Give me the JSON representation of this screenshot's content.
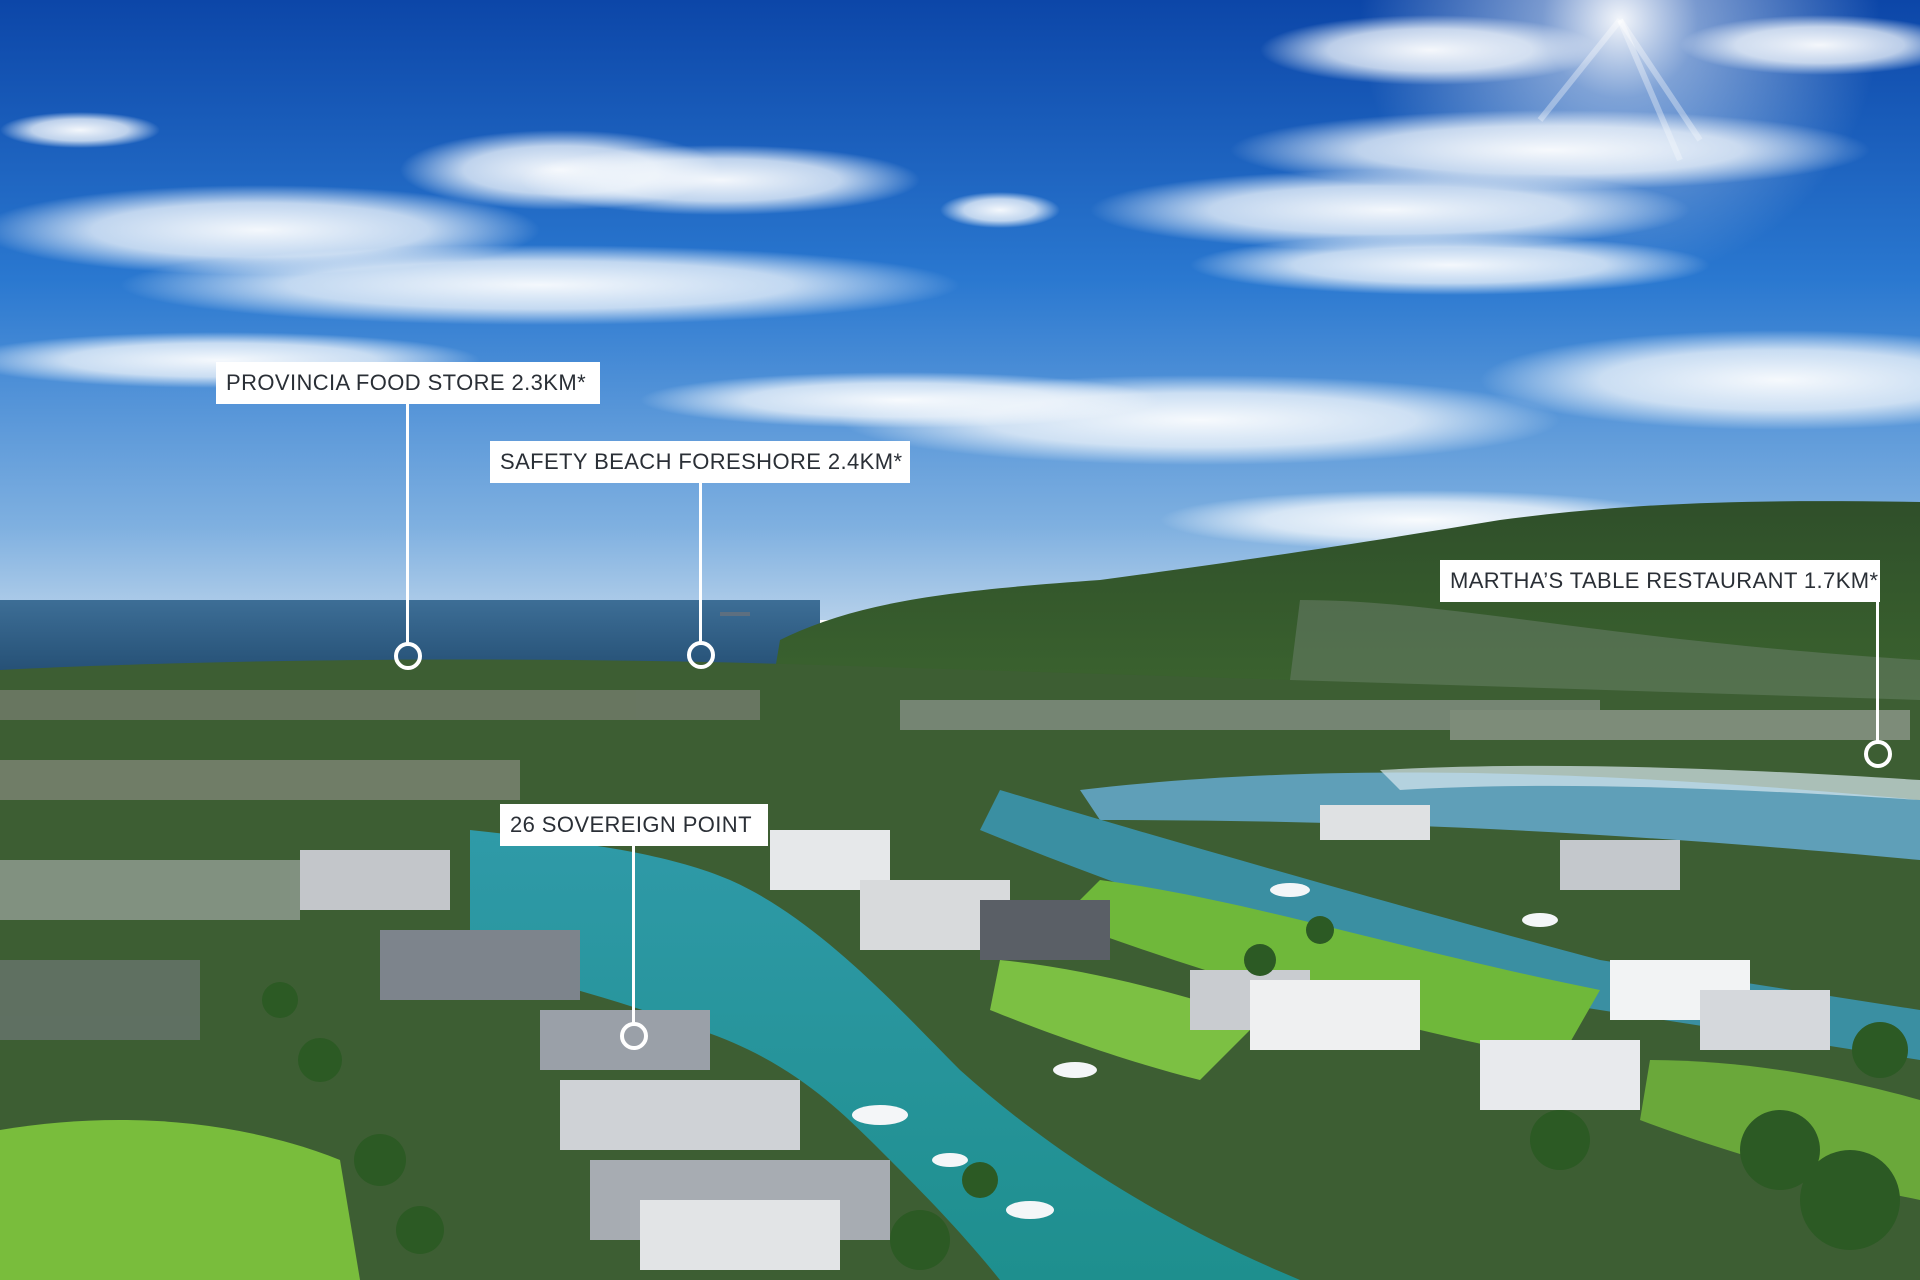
{
  "callouts": [
    {
      "label": "PROVINCIA FOOD STORE 2.3KM*"
    },
    {
      "label": "SAFETY BEACH FORESHORE 2.4KM*"
    },
    {
      "label": "MARTHA’S TABLE RESTAURANT 1.7KM*"
    },
    {
      "label": "26 SOVEREIGN POINT"
    }
  ],
  "colors": {
    "sky_top": "#0f4fb0",
    "sky_horizon": "#9cc0e4",
    "sea": "#2f5f86",
    "canal": "#2aa6a6",
    "vegetation": "#3e6b2e",
    "lawn": "#6fb83a",
    "label_bg": "#ffffff",
    "label_text": "#2a2f36"
  }
}
